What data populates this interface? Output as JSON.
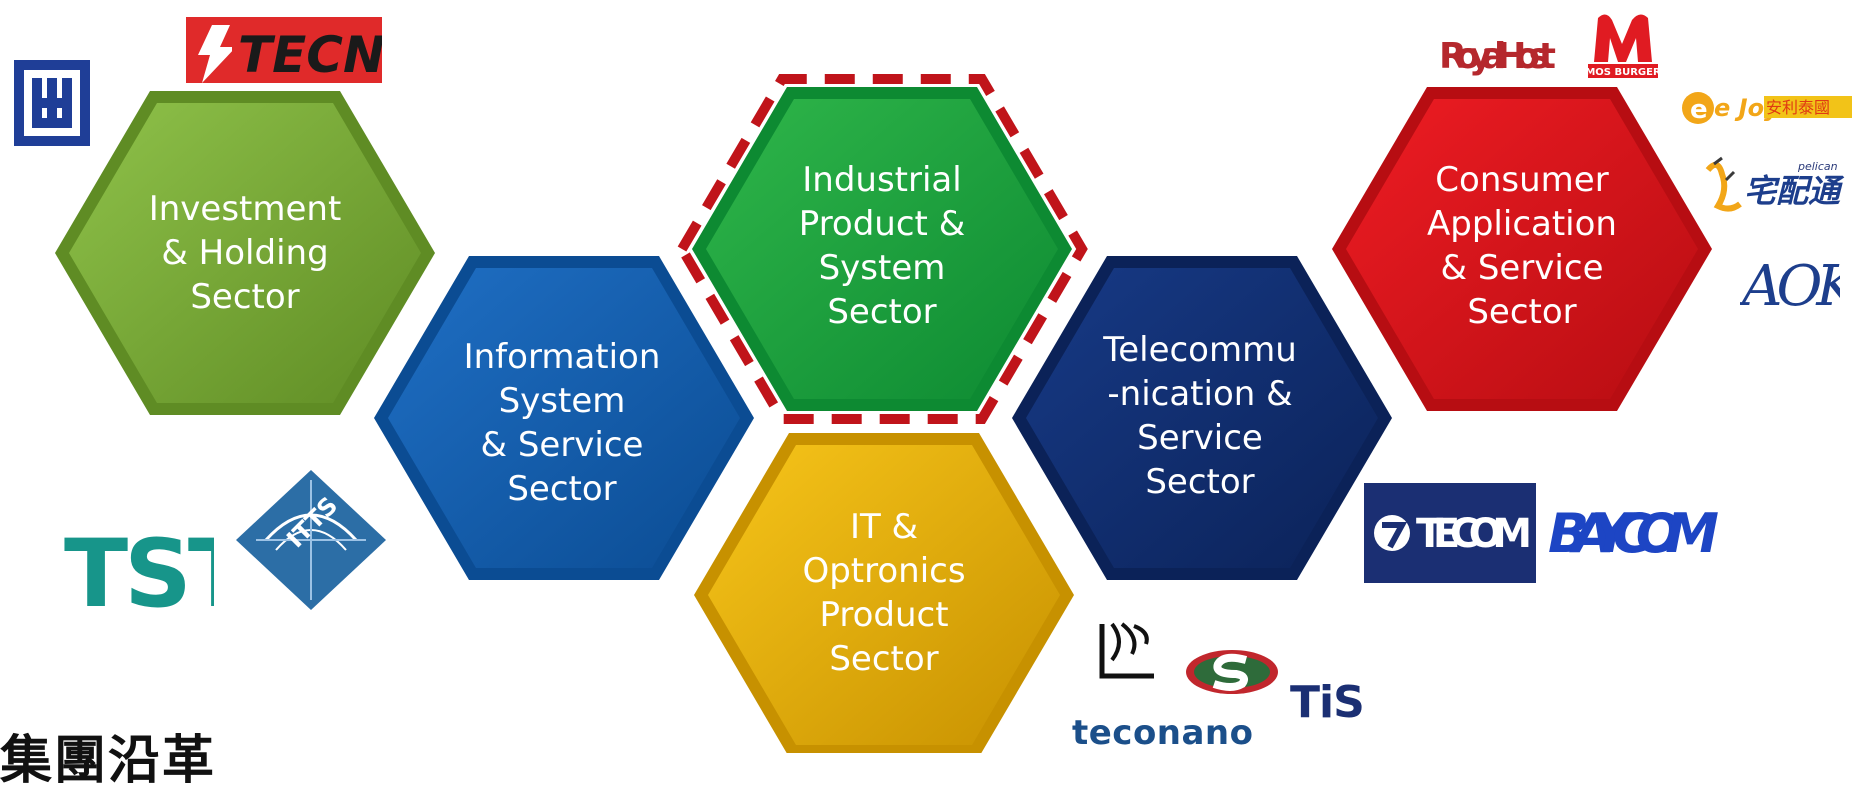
{
  "sectors": [
    {
      "id": "investment",
      "label": "Investment\n& Holding\nSector",
      "color_light": "#8fc24a",
      "color_dark": "#5f8c24"
    },
    {
      "id": "information",
      "label": "Information\nSystem\n& Service\nSector",
      "color_light": "#1f6fc4",
      "color_dark": "#0b4c93"
    },
    {
      "id": "industrial",
      "label": "Industrial\nProduct &\nSystem\nSector",
      "color_light": "#2fb64a",
      "color_dark": "#0d8a32"
    },
    {
      "id": "it-optronics",
      "label": "IT &\nOptronics\nProduct\nSector",
      "color_light": "#f7c51a",
      "color_dark": "#c79100"
    },
    {
      "id": "telecom",
      "label": "Telecommu\n-nication &\nService\nSector",
      "color_light": "#173a86",
      "color_dark": "#0b2258"
    },
    {
      "id": "consumer",
      "label": "Consumer\nApplication\n& Service\nSector",
      "color_light": "#ee1c23",
      "color_dark": "#b70d12"
    }
  ],
  "highlight": {
    "sector": "industrial",
    "color": "#c0141a"
  },
  "logos": {
    "tecnos": "TECNOS",
    "tst": "TST",
    "itts": "ITTS",
    "royal_host": "Royal Host",
    "mos_burger": "MOS BURGER",
    "ejoy": "e Joy",
    "ejoy_cjk": "安利泰國",
    "pelican_small": "pelican",
    "pelican_cjk": "宅配通",
    "aok": "AOK",
    "tecom": "TECOM",
    "baycom": "BAYCOM",
    "tis": "TiS",
    "teconano": "teconano"
  },
  "page_title": "集團沿革"
}
